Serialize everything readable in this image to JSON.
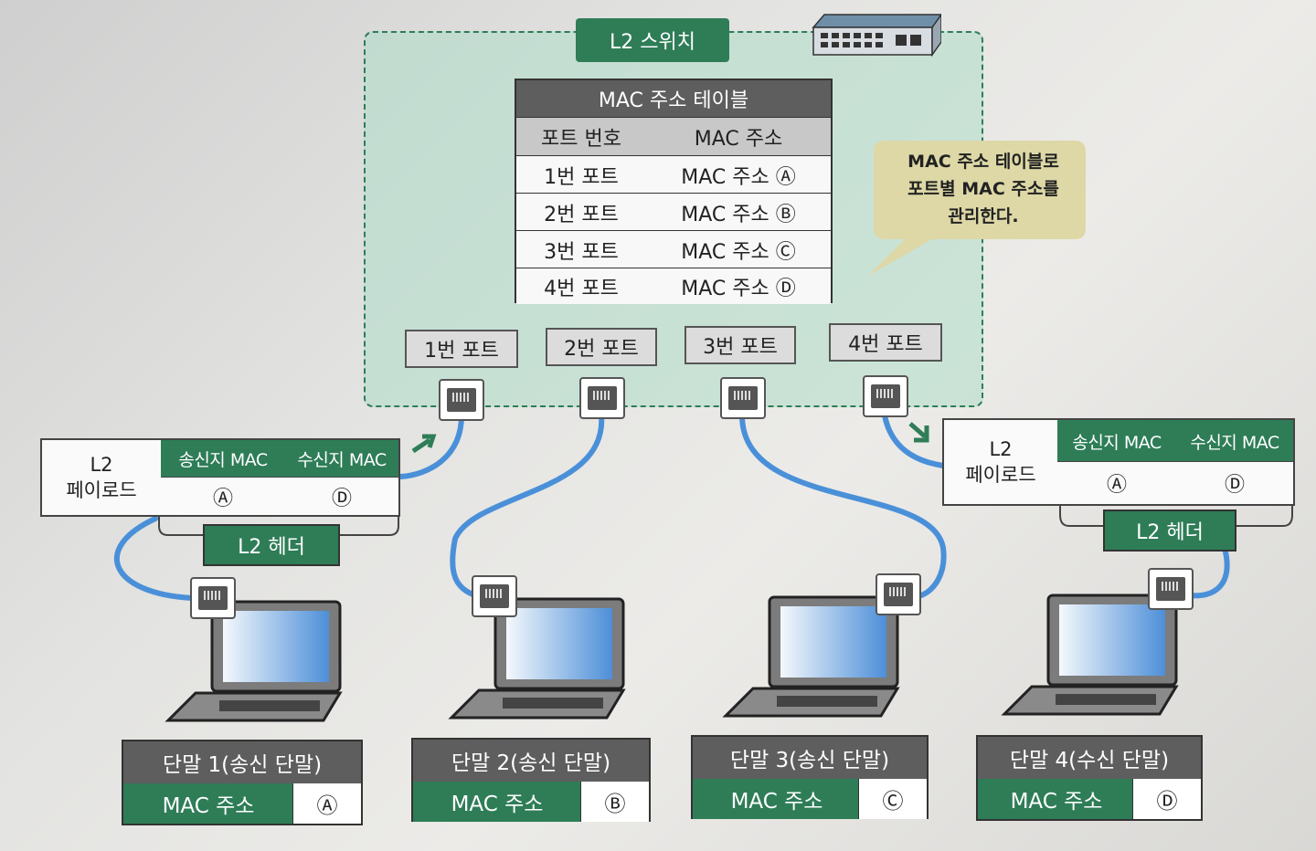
{
  "switch": {
    "label": "L2 스위치",
    "icon": "network-switch-icon"
  },
  "mac_table": {
    "title": "MAC 주소 테이블",
    "columns": [
      "포트 번호",
      "MAC 주소"
    ],
    "rows": [
      [
        "1번 포트",
        "MAC 주소 Ⓐ"
      ],
      [
        "2번 포트",
        "MAC 주소 Ⓑ"
      ],
      [
        "3번 포트",
        "MAC 주소 Ⓒ"
      ],
      [
        "4번 포트",
        "MAC 주소 Ⓓ"
      ]
    ]
  },
  "callout": {
    "lines": [
      "MAC 주소 테이블로",
      "포트별 MAC 주소를",
      "관리한다."
    ]
  },
  "ports": [
    "1번 포트",
    "2번 포트",
    "3번 포트",
    "4번 포트"
  ],
  "frame_left": {
    "payload_lines": [
      "L2",
      "페이로드"
    ],
    "src_header": "송신지 MAC",
    "dst_header": "수신지 MAC",
    "src_value": "Ⓐ",
    "dst_value": "Ⓓ",
    "header_tag": "L2 헤더"
  },
  "frame_right": {
    "payload_lines": [
      "L2",
      "페이로드"
    ],
    "src_header": "송신지 MAC",
    "dst_header": "수신지 MAC",
    "src_value": "Ⓐ",
    "dst_value": "Ⓓ",
    "header_tag": "L2 헤더"
  },
  "terminals": [
    {
      "title": "단말 1(송신 단말)",
      "mac_label": "MAC 주소",
      "mac_value": "Ⓐ"
    },
    {
      "title": "단말 2(송신 단말)",
      "mac_label": "MAC 주소",
      "mac_value": "Ⓑ"
    },
    {
      "title": "단말 3(송신 단말)",
      "mac_label": "MAC 주소",
      "mac_value": "Ⓒ"
    },
    {
      "title": "단말 4(수신 단말)",
      "mac_label": "MAC 주소",
      "mac_value": "Ⓓ"
    }
  ],
  "colors": {
    "green": "#2e7d57",
    "cable": "#4a90d9",
    "dark_gray": "#5e5e5e"
  }
}
